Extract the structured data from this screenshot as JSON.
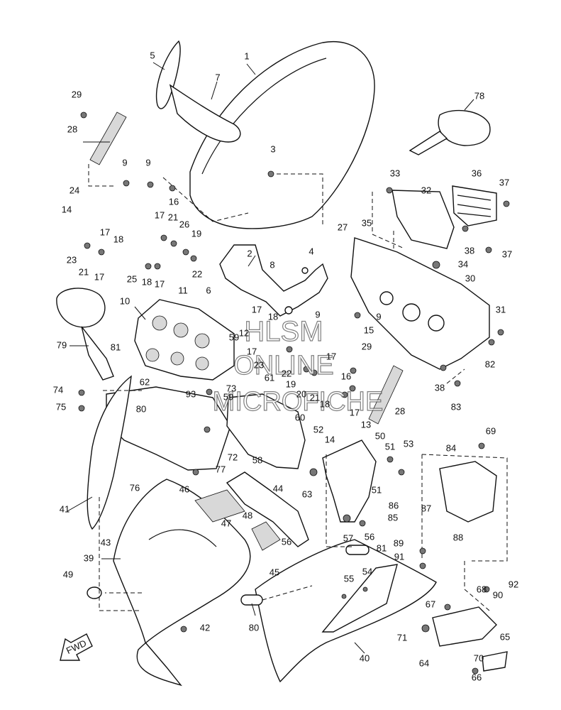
{
  "watermark": {
    "line1": "HLSM",
    "line2": "ONLINE",
    "line3": "MICROFICHE"
  },
  "fwd_label": "FWD",
  "callouts": [
    "1",
    "2",
    "3",
    "4",
    "5",
    "6",
    "7",
    "8",
    "9",
    "9",
    "9",
    "9",
    "10",
    "11",
    "12",
    "13",
    "14",
    "14",
    "15",
    "16",
    "16",
    "17",
    "17",
    "17",
    "17",
    "17",
    "17",
    "17",
    "17",
    "18",
    "18",
    "18",
    "18",
    "19",
    "19",
    "20",
    "21",
    "21",
    "21",
    "22",
    "22",
    "23",
    "23",
    "24",
    "25",
    "26",
    "27",
    "28",
    "28",
    "29",
    "29",
    "30",
    "31",
    "32",
    "33",
    "34",
    "35",
    "36",
    "37",
    "37",
    "38",
    "38",
    "39",
    "40",
    "41",
    "42",
    "43",
    "44",
    "45",
    "46",
    "47",
    "48",
    "49",
    "50",
    "51",
    "51",
    "52",
    "53",
    "54",
    "55",
    "56",
    "56",
    "57",
    "58",
    "59",
    "59",
    "60",
    "61",
    "62",
    "63",
    "64",
    "65",
    "66",
    "67",
    "68",
    "69",
    "70",
    "71",
    "72",
    "73",
    "74",
    "75",
    "76",
    "77",
    "78",
    "79",
    "80",
    "80",
    "81",
    "81",
    "82",
    "83",
    "84",
    "85",
    "86",
    "87",
    "88",
    "89",
    "90",
    "91",
    "92",
    "93"
  ]
}
